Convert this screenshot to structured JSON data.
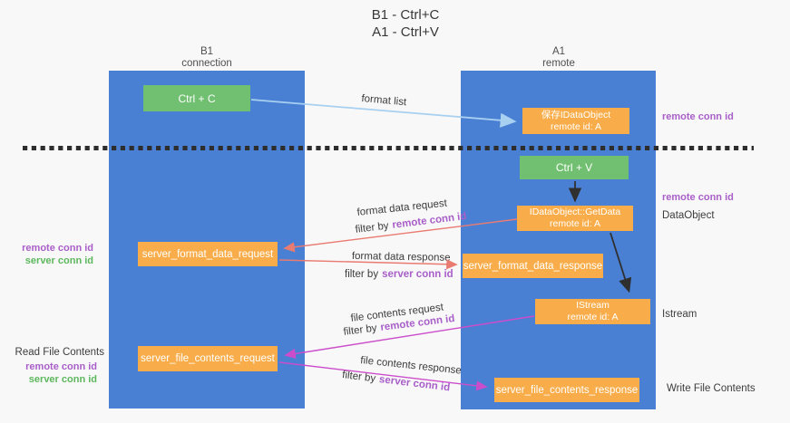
{
  "title": {
    "line1": "B1 - Ctrl+C",
    "line2": "A1 - Ctrl+V"
  },
  "lanes": {
    "left": {
      "name": "B1",
      "sub": "connection"
    },
    "right": {
      "name": "A1",
      "sub": "remote"
    }
  },
  "boxes": {
    "ctrl_c": "Ctrl + C",
    "ctrl_v": "Ctrl + V",
    "save_idataobject": {
      "line1": "保存IDataObject",
      "line2": "remote id: A"
    },
    "getdata": {
      "line1": "IDataObject::GetData",
      "line2": "remote id: A"
    },
    "istream": {
      "line1": "IStream",
      "line2": "remote id: A"
    },
    "server_format_data_request": "server_format_data_request",
    "server_format_data_response": "server_format_data_response",
    "server_file_contents_request": "server_file_contents_request",
    "server_file_contents_response": "server_file_contents_response"
  },
  "flow_labels": {
    "format_list": "format list",
    "format_data_request": "format data request",
    "format_data_response": "format data response",
    "file_contents_request": "file contents request",
    "file_contents_response": "file contents response",
    "filter_by": "filter by",
    "remote_conn_id": "remote conn id",
    "server_conn_id": "server conn id"
  },
  "side_labels": {
    "remote_conn_id_top": "remote conn id",
    "remote_conn_id_mid": "remote conn id",
    "dataobject": "DataObject",
    "istream": "Istream",
    "write_file_contents": "Write File Contents",
    "read_file_contents": "Read File Contents",
    "left_remote_conn_id_1": "remote conn id",
    "left_server_conn_id_1": "server conn id",
    "left_remote_conn_id_2": "remote conn id",
    "left_server_conn_id_2": "server conn id"
  },
  "colors": {
    "background": "#f8f8f8",
    "lane_blue": "#4a80d4",
    "box_green": "#71bf70",
    "box_orange": "#f9ad4a",
    "arrow_lightblue": "#a8d0f0",
    "arrow_salmon": "#e97b70",
    "arrow_magenta": "#cc4dcb",
    "text_purple": "#a95fc9",
    "text_green": "#5db75d",
    "text_dark": "#3c3c3c",
    "dash": "#2d2d2d"
  }
}
